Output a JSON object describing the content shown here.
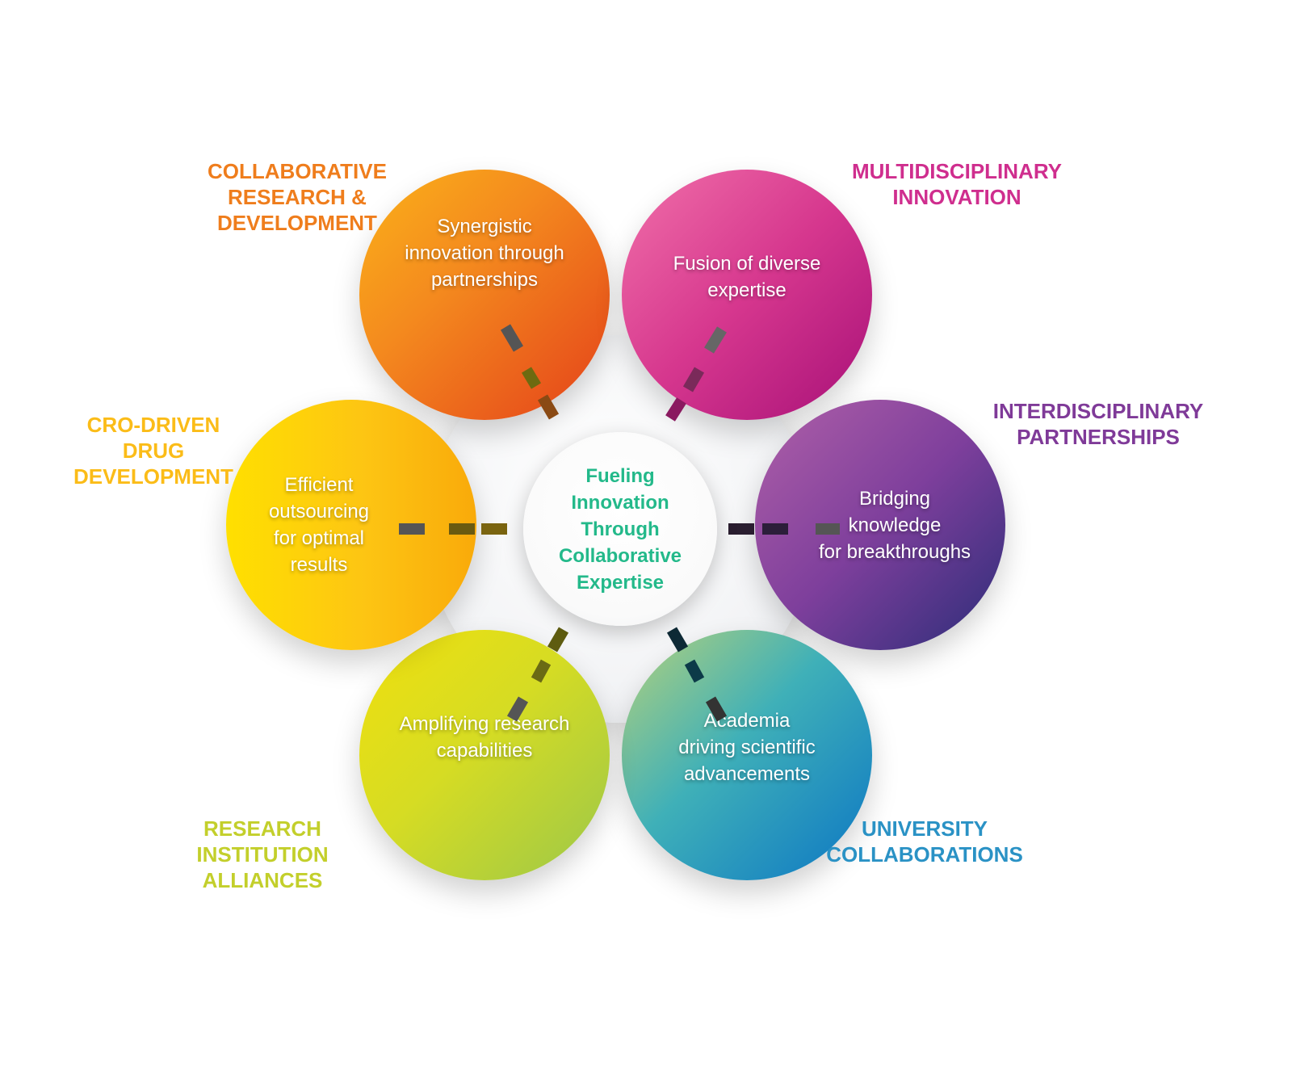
{
  "center": {
    "lines": [
      "Fueling",
      "Innovation",
      "Through",
      "Collaborative",
      "Expertise"
    ],
    "color": "#23b98a"
  },
  "petals": [
    {
      "lines": [
        "Synergistic",
        "innovation through",
        "partnerships"
      ],
      "color": "#e8561b"
    },
    {
      "lines": [
        "Fusion of diverse",
        "expertise"
      ],
      "color": "#d6378e"
    },
    {
      "lines": [
        "Bridging",
        "knowledge",
        "for breakthroughs"
      ],
      "color": "#7e3f9c"
    },
    {
      "lines": [
        "Academia",
        "driving scientific",
        "advancements"
      ],
      "color": "#0c76c4"
    },
    {
      "lines": [
        "Amplifying research",
        "capabilities"
      ],
      "color": "#d6dc23"
    },
    {
      "lines": [
        "Efficient",
        "outsourcing",
        "for optimal",
        "results"
      ],
      "color": "#fdc513"
    }
  ],
  "categories": [
    {
      "lines": [
        "COLLABORATIVE",
        "RESEARCH &",
        "DEVELOPMENT"
      ],
      "color": "#ef7d1c"
    },
    {
      "lines": [
        "MULTIDISCIPLINARY",
        "INNOVATION"
      ],
      "color": "#cf2e8e"
    },
    {
      "lines": [
        "INTERDISCIPLINARY",
        "PARTNERSHIPS"
      ],
      "color": "#7f3a98"
    },
    {
      "lines": [
        "UNIVERSITY",
        "COLLABORATIONS"
      ],
      "color": "#2a92c5"
    },
    {
      "lines": [
        "RESEARCH",
        "INSTITUTION",
        "ALLIANCES"
      ],
      "color": "#c3cf2b"
    },
    {
      "lines": [
        "CRO-DRIVEN",
        "DRUG",
        "DEVELOPMENT"
      ],
      "color": "#fbbc18"
    }
  ]
}
